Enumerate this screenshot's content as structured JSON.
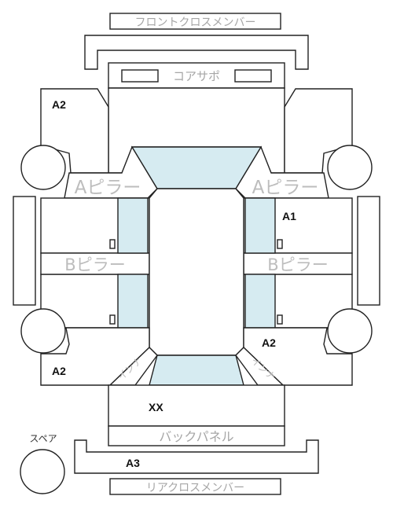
{
  "labels": {
    "front_cross_member": "フロントクロスメンバー",
    "core_support": "コアサポ",
    "a_pillar_left": "Aピラー",
    "a_pillar_right": "Aピラー",
    "b_pillar_left": "Bピラー",
    "b_pillar_right": "Bピラー",
    "back_panel": "バックパネル",
    "rear_cross_member": "リアクロスメンバー",
    "spare": "スペア",
    "inner_left": "インナ",
    "inner_right": "インナ"
  },
  "codes": {
    "front_left": "A2",
    "front_right_door": "A1",
    "rear_right": "A2",
    "rear_left": "A2",
    "trunk": "XX",
    "rear_cross": "A3"
  },
  "colors": {
    "line": "#222222",
    "glass": "#d6ebf1",
    "label_gray": "#a6a6a6"
  }
}
